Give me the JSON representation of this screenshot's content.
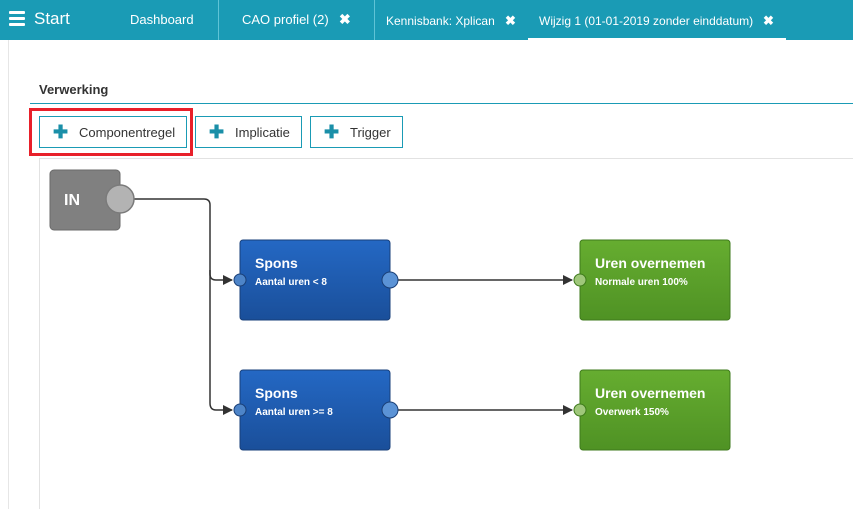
{
  "header": {
    "start_label": "Start",
    "tabs": [
      {
        "label": "Dashboard",
        "closable": false
      },
      {
        "label": "CAO profiel (2)",
        "closable": true
      },
      {
        "label": "Kennisbank: Xplican",
        "closable": true
      },
      {
        "label": "Wijzig 1 (01-01-2019 zonder einddatum)",
        "closable": true,
        "active": true
      }
    ],
    "close_glyph": "✖"
  },
  "section": {
    "title": "Verwerking"
  },
  "toolbar": {
    "plus_glyph": "✚",
    "buttons": [
      {
        "label": "Componentregel",
        "highlighted": true
      },
      {
        "label": "Implicatie"
      },
      {
        "label": "Trigger"
      }
    ]
  },
  "flow": {
    "in_node": {
      "label": "IN"
    },
    "nodes": [
      {
        "title": "Spons",
        "subtitle": "Aantal uren < 8",
        "color": "#1f5fb0"
      },
      {
        "title": "Uren overnemen",
        "subtitle": "Normale uren 100%",
        "color": "#5ea32c"
      },
      {
        "title": "Spons",
        "subtitle": "Aantal uren >= 8",
        "color": "#1f5fb0"
      },
      {
        "title": "Uren overnemen",
        "subtitle": "Overwerk 150%",
        "color": "#5ea32c"
      }
    ]
  },
  "colors": {
    "accent": "#1a9bb5",
    "highlight": "#e8202a"
  }
}
